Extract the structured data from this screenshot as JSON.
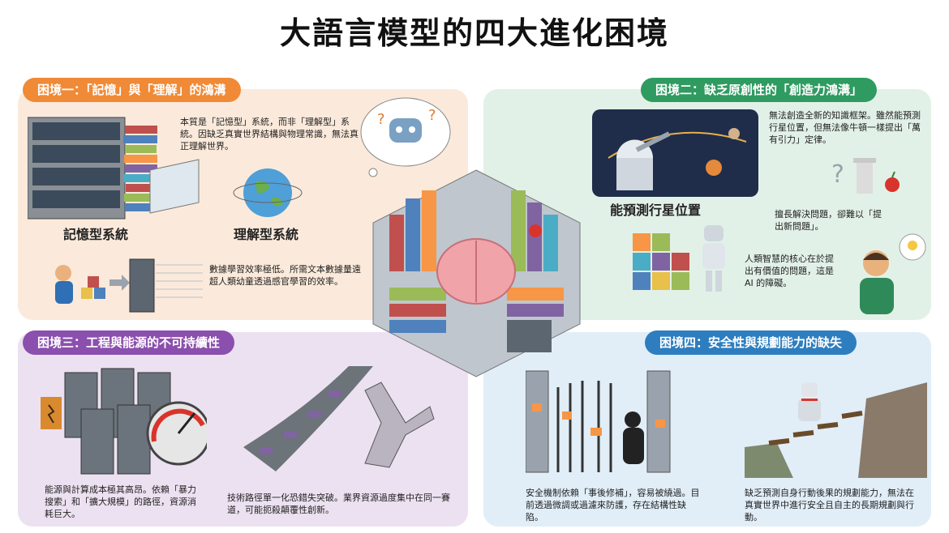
{
  "title": "大語言模型的四大進化困境",
  "panels": {
    "memory": {
      "header": "困境一：「記憶」與「理解」的鴻溝",
      "text1": "本質是「記憶型」系統，而非「理解型」系統。因缺乏真實世界結構與物理常識，無法真正理解世界。",
      "label_memory": "記憶型系統",
      "label_understanding": "理解型系統",
      "text2": "數據學習效率極低。所需文本數據量遠超人類幼童透過感官學習的效率。"
    },
    "creativity": {
      "header": "困境二：缺乏原創性的「創造力鴻溝」",
      "text1": "無法創造全新的知識框架。雖然能預測行星位置，但無法像牛頓一樣提出「萬有引力」定律。",
      "label_planet": "能預測行星位置",
      "text2": "擅長解決問題，卻難以「提出新問題」。",
      "text3": "人類智慧的核心在於提出有價值的問題，這是 AI 的障礙。"
    },
    "energy": {
      "header": "困境三：工程與能源的不可持續性",
      "text1": "能源與計算成本極其高昂。依賴「暴力搜索」和「擴大規模」的路徑，資源消耗巨大。",
      "text2": "技術路徑單一化恐錯失突破。業界資源過度集中在同一賽道，可能扼殺顛覆性創新。"
    },
    "safety": {
      "header": "困境四：安全性與規劃能力的缺失",
      "text1": "安全機制依賴「事後修補」，容易被繞過。目前透過微調或過濾來防護，存在結構性缺陷。",
      "text2": "缺乏預測自身行動後果的規劃能力，無法在真實世界中進行安全且自主的長期規劃與行動。"
    }
  },
  "colors": {
    "memory": "#f08a37",
    "creativity": "#2f9b61",
    "energy": "#8b4fae",
    "safety": "#2e7ebf"
  }
}
